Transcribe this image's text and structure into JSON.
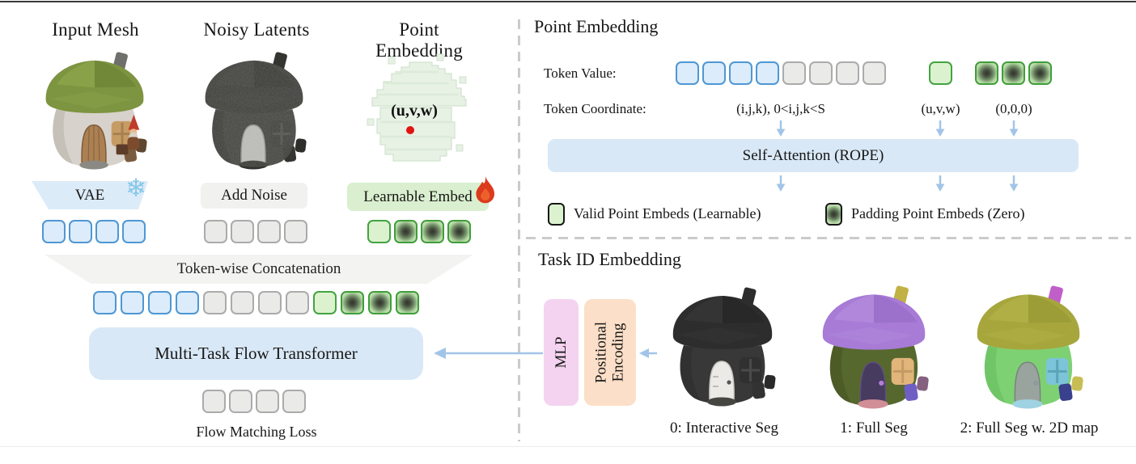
{
  "figure": {
    "left": {
      "columns": [
        {
          "title": "Input Mesh",
          "op_label": "VAE",
          "op_icon": "snowflake-icon"
        },
        {
          "title": "Noisy Latents",
          "op_label": "Add Noise",
          "op_icon": null
        },
        {
          "title": "Point Embedding",
          "op_label": "Learnable Embed",
          "op_icon": "flame-icon"
        }
      ],
      "point_coord_label": "(u,v,w)",
      "funnel_label": "Token-wise Concatenation",
      "transformer_label": "Multi-Task Flow Transformer",
      "loss_label": "Flow Matching Loss"
    },
    "right_top": {
      "title": "Point Embedding",
      "row_labels": {
        "value": "Token Value:",
        "coordinate": "Token Coordinate:"
      },
      "coordinates": [
        "(i,j,k), 0<i,j,k<S",
        "(u,v,w)",
        "(0,0,0)"
      ],
      "attention_label": "Self-Attention (ROPE)",
      "legend": [
        {
          "swatch": "valid",
          "label": "Valid Point Embeds (Learnable)"
        },
        {
          "swatch": "padding",
          "label": "Padding Point Embeds (Zero)"
        }
      ]
    },
    "right_bottom": {
      "title": "Task ID Embedding",
      "mlp_label": "MLP",
      "positional_encoding_label": "Positional Encoding",
      "tasks": [
        {
          "label": "0: Interactive Seg",
          "house": "task_black"
        },
        {
          "label": "1: Full Seg",
          "house": "task_full_seg"
        },
        {
          "label": "2: Full Seg w. 2D map",
          "house": "task_full_seg_2d"
        }
      ]
    }
  },
  "tokens": {
    "vae_out": [
      "blue",
      "blue",
      "blue",
      "blue"
    ],
    "noise_out": [
      "gray",
      "gray",
      "gray",
      "gray"
    ],
    "embed_out": [
      "green",
      "padding",
      "padding",
      "padding"
    ],
    "concat": [
      "blue",
      "blue",
      "blue",
      "blue",
      "gray",
      "gray",
      "gray",
      "gray",
      "green",
      "padding",
      "padding",
      "padding"
    ],
    "transformer_out": [
      "gray",
      "gray",
      "gray",
      "gray"
    ],
    "value_latents": [
      "blue",
      "blue",
      "blue",
      "blue",
      "gray",
      "gray",
      "gray",
      "gray"
    ],
    "value_valid": [
      "green"
    ],
    "value_padding": [
      "padding",
      "padding",
      "padding"
    ]
  },
  "colors": {
    "token_blue_border": "#4e97d4",
    "token_blue_fill": "#dcecfa",
    "token_gray_border": "#ababab",
    "token_gray_fill": "#eaeae8",
    "token_green_border": "#42a441",
    "token_green_fill": "#dcf2cf",
    "arrow": "#a2c5e7",
    "attention_fill": "#d9e8f6",
    "vae_fill": "#dcebf8",
    "noise_fill": "#f1f1ef",
    "embed_fill": "#d9efcf",
    "mlp_fill": "#f4d3f0",
    "pe_fill": "#fcdfc8",
    "flame": "#dc3a1c",
    "snowflake": "#85c7ea",
    "point_dot": "#e11212"
  },
  "houses": {
    "mesh_input": {
      "roof": "#7d9440",
      "roofHi": "#93ac4e",
      "roofLo": "#657a30",
      "body": "#d7d2cb",
      "bodyLo": "#bfb9b1",
      "door": "#ab8053",
      "doorLo": "#7d5a36",
      "window": "#c79c64",
      "windowCross": "#a68050",
      "mat": "#8a8983",
      "chimney": "#6f6f6b",
      "barrel": "#7b5b40",
      "barrel2": "#5f4630",
      "gnome": true
    },
    "noisy_latents": {
      "roof": "#363632",
      "roofHi": "#3e3e3a",
      "roofLo": "#2c2c28",
      "body": "#3c3c38",
      "bodyLo": "#333330",
      "door": "#b7b7b3",
      "doorLo": "#8f8f8b",
      "window": "#383834",
      "windowCross": "#4a4a46",
      "mat": "#30302c",
      "chimney": "#343430",
      "barrel": "#343430",
      "barrel2": "#2e2e2a",
      "noise": true
    },
    "point_voxel": {
      "fill": "#e7f1e4",
      "edge": "#d2e3cf",
      "stripe": "#dbead8"
    },
    "task_black": {
      "roof": "#2d2d2d",
      "roofHi": "#3a3a3a",
      "roofLo": "#232323",
      "body": "#383838",
      "bodyLo": "#2f2f2f",
      "door": "#eceae6",
      "doorLo": "#c6c4bf",
      "window": "#303030",
      "windowCross": "#4a4a4a",
      "mat": "#454542",
      "chimney": "#2d2d2d",
      "barrel": "#323232",
      "barrel2": "#2a2a2a",
      "darkKnob": true
    },
    "task_full_seg": {
      "roof": "#a77bd6",
      "roofHi": "#b991e2",
      "roofLo": "#9166bf",
      "body": "#57682e",
      "bodyLo": "#495826",
      "door": "#473b5f",
      "doorLo": "#5e507c",
      "window": "#e2b57b",
      "windowCross": "#c59a64",
      "mat": "#d18e96",
      "chimney": "#c2b144",
      "barrel": "#6f5fc5",
      "barrel2": "#85617f",
      "knob": "#b57fd8"
    },
    "task_full_seg_2d": {
      "roof": "#a6a63d",
      "roofHi": "#b6b64e",
      "roofLo": "#929230",
      "body": "#7ed173",
      "bodyLo": "#6cc162",
      "door": "#9aa49e",
      "doorLo": "#79847e",
      "window": "#7cc4d8",
      "windowCross": "#5ca4b8",
      "mat": "#9fd2e2",
      "chimney": "#c05fc8",
      "barrel": "#39408c",
      "barrel2": "#c8bd55",
      "knob": "#8f98a0"
    }
  }
}
